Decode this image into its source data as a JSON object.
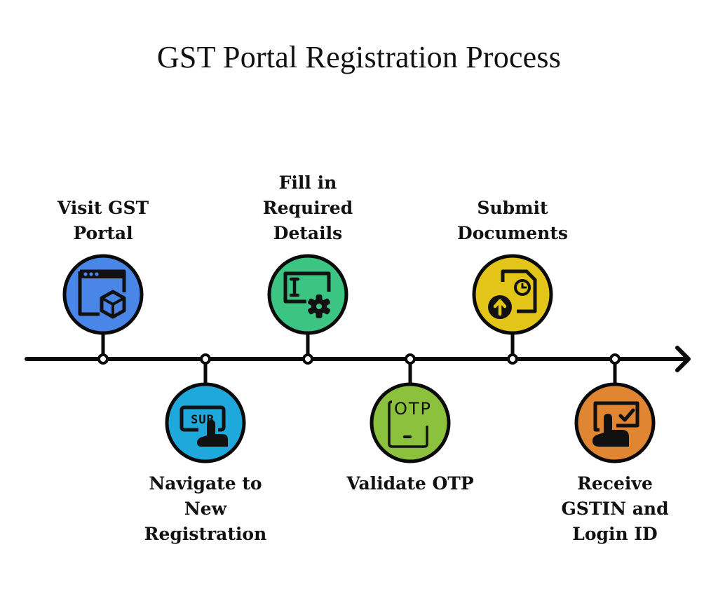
{
  "title": "GST Portal Registration Process",
  "timeline": {
    "line_color": "#0a0a0a",
    "steps": [
      {
        "order": 1,
        "label": "Visit GST\nPortal",
        "position": "above",
        "color": "#4a86e8",
        "icon": "browser-box-icon"
      },
      {
        "order": 2,
        "label": "Navigate to\nNew\nRegistration",
        "position": "below",
        "color": "#1fa8dc",
        "icon": "click-sub-button-icon",
        "icon_text": "SUB"
      },
      {
        "order": 3,
        "label": "Fill in\nRequired\nDetails",
        "position": "above",
        "color": "#3cc483",
        "icon": "form-settings-icon"
      },
      {
        "order": 4,
        "label": "Validate OTP",
        "position": "below",
        "color": "#8bc13d",
        "icon": "otp-phone-icon",
        "icon_text": "OTP"
      },
      {
        "order": 5,
        "label": "Submit\nDocuments",
        "position": "above",
        "color": "#e3c51a",
        "icon": "document-upload-icon"
      },
      {
        "order": 6,
        "label": "Receive\nGSTIN and\nLogin ID",
        "position": "below",
        "color": "#e08632",
        "icon": "touch-check-icon"
      }
    ]
  }
}
